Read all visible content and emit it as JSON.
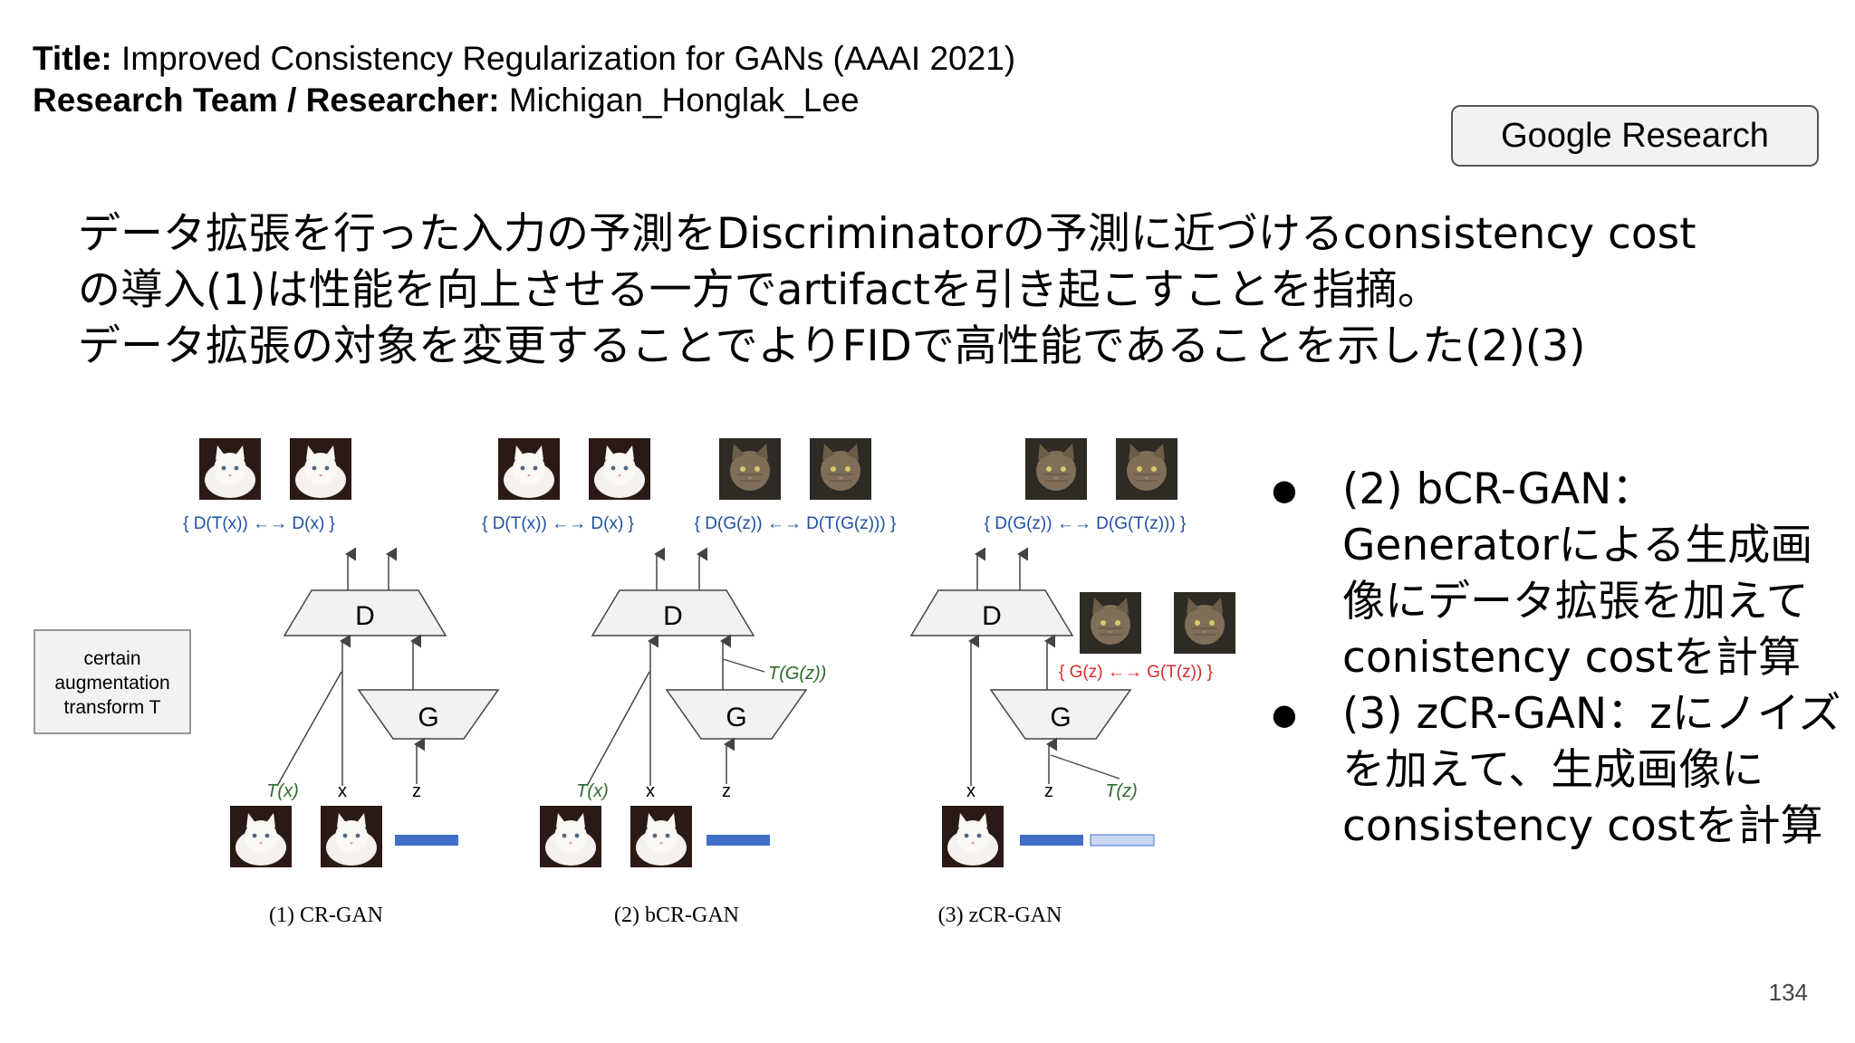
{
  "header": {
    "title_label": "Title:",
    "title_value": "Improved Consistency Regularization for GANs (AAAI 2021)",
    "team_label": "Research Team / Researcher:",
    "team_value": "Michigan_Honglak_Lee"
  },
  "badge": {
    "text": "Google Research"
  },
  "summary": {
    "lines": [
      "データ拡張を行った入力の予測をDiscriminatorの予測に近づけるconsistency cost",
      "の導入(1)は性能を向上させる一方でartifactを引き起こすことを指摘。",
      "データ拡張の対象を変更することでよりFIDで高性能であることを示した(2)(3)"
    ]
  },
  "figure": {
    "transform_box": [
      "certain",
      "augmentation",
      "transform T"
    ],
    "panel1": {
      "caption": "(1) CR-GAN",
      "top_formula": "{ D(T(x)) ←→ D(x) }",
      "inputs": [
        "T(x)",
        "x",
        "z"
      ]
    },
    "panel2": {
      "caption": "(2) bCR-GAN",
      "top_formula_left": "{ D(T(x)) ←→ D(x) }",
      "top_formula_right": "{ D(G(z)) ←→ D(T(G(z))) }",
      "side_label": "T(G(z))",
      "inputs": [
        "T(x)",
        "x",
        "z"
      ]
    },
    "panel3": {
      "caption": "(3) zCR-GAN",
      "top_formula": "{ D(G(z)) ←→ D(G(T(z))) }",
      "mid_formula": "{ G(z) ←→ G(T(z)) }",
      "inputs": [
        "x",
        "z",
        "T(z)"
      ]
    },
    "D": "D",
    "G": "G"
  },
  "bullets": [
    {
      "text": "(2) bCR-GAN：Generatorによる生成画像にデータ拡張を加えてconistency costを計算"
    },
    {
      "text": "(3) zCR-GAN：zにノイズを加えて、生成画像にconsistency costを計算"
    }
  ],
  "page_number": "134",
  "colors": {
    "formula_blue": "#1f4fa3",
    "formula_red": "#d62b2b",
    "z_bar": "#3f6fc9",
    "label_green": "#2d6a2d"
  }
}
